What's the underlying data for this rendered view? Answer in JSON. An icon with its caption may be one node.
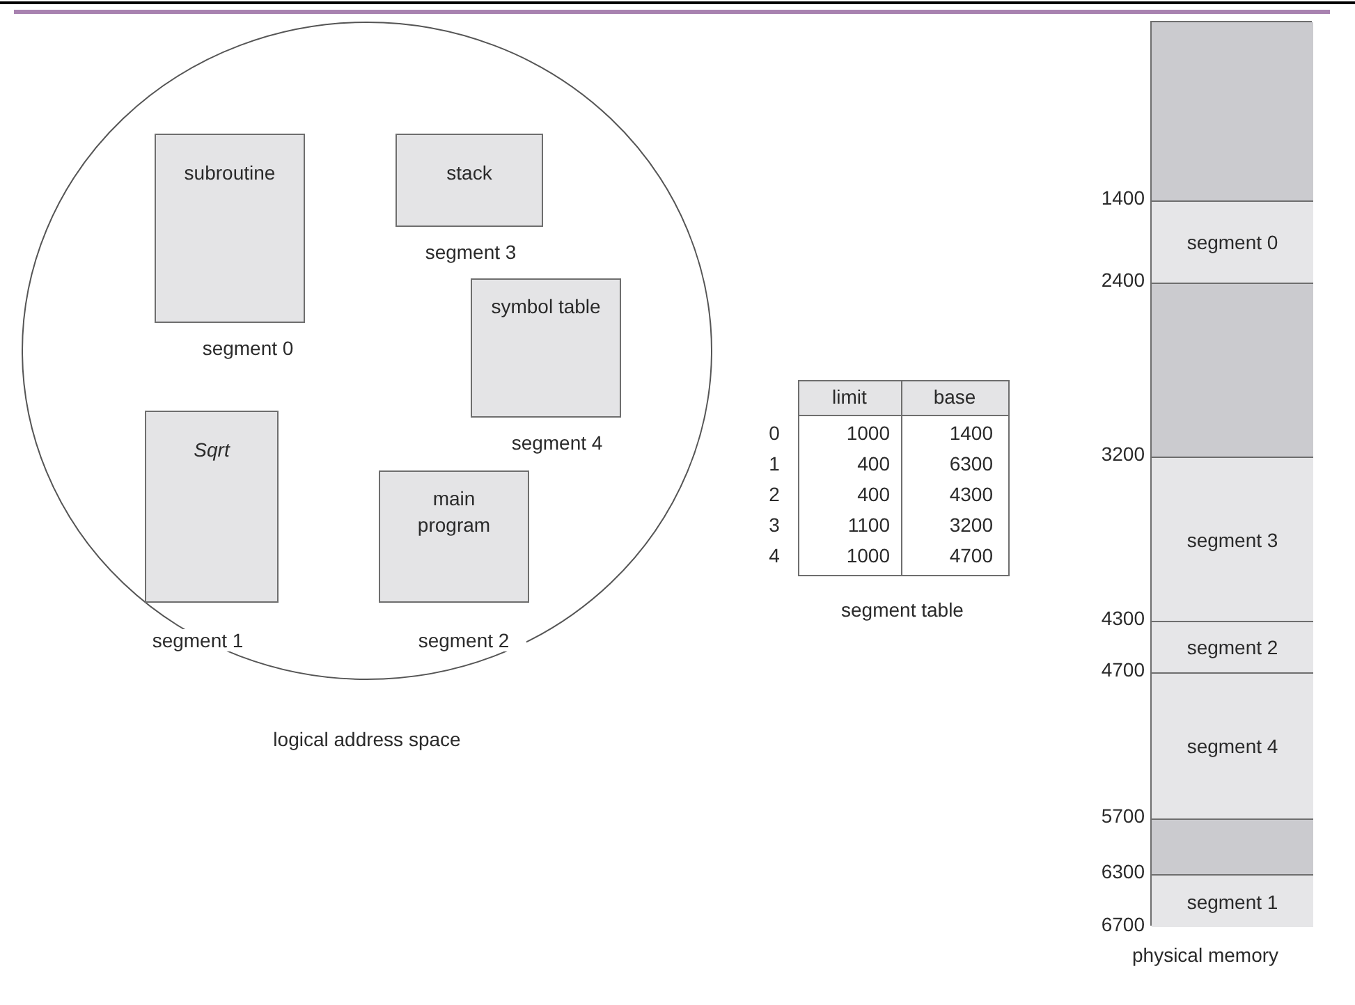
{
  "diagram": {
    "nodes": [
      {
        "text": [
          "logical address space"
        ]
      },
      {
        "text": [
          "subroutine"
        ],
        "in": 0,
        "beside": [
          "segment 0"
        ]
      },
      {
        "text": [
          "stack"
        ],
        "in": 0,
        "beside": [
          "segment 3"
        ]
      },
      {
        "text": [
          "symbol table"
        ],
        "in": 0,
        "beside": [
          "segment 4"
        ]
      },
      {
        "text": [
          "Sqrt"
        ],
        "in": 0,
        "beside": [
          "segment 1"
        ]
      },
      {
        "text": [
          "main program"
        ],
        "in": 0,
        "beside": [
          "segment 2"
        ]
      },
      {
        "text": [
          "physical memory"
        ]
      },
      {
        "text": [],
        "shape": "box",
        "in": 6
      },
      {
        "text": [
          "segment 0"
        ],
        "in": 6
      },
      {
        "text": [],
        "shape": "box",
        "in": 6
      },
      {
        "text": [
          "segment 3"
        ],
        "in": 6
      },
      {
        "text": [
          "segment 2"
        ],
        "in": 6
      },
      {
        "text": [
          "segment 4"
        ],
        "in": 6
      },
      {
        "text": [],
        "shape": "box",
        "in": 6
      },
      {
        "text": [
          "segment 1"
        ],
        "in": 6
      }
    ],
    "labels": [
      "limit",
      "base",
      "0",
      "1000",
      "1400",
      "1",
      "400",
      "6300",
      "2",
      "400",
      "4300",
      "3",
      "1100",
      "3200",
      "4",
      "1000",
      "4700",
      "segment table",
      "1400",
      "2400",
      "3200",
      "4300",
      "4700",
      "5700",
      "6300",
      "6700"
    ]
  }
}
